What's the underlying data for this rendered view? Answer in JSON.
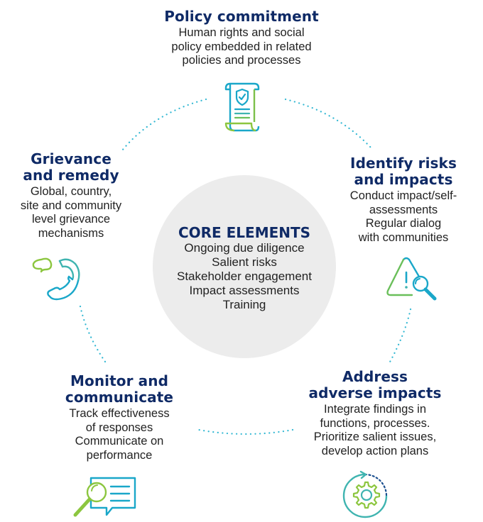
{
  "core": {
    "title": "CORE ELEMENTS",
    "items": [
      "Ongoing due diligence",
      "Salient risks",
      "Stakeholder engagement",
      "Impact assessments",
      "Training"
    ]
  },
  "nodes": {
    "policy": {
      "title": "Policy commitment",
      "lines": [
        "Human rights and social",
        "policy embedded in related",
        "policies and processes"
      ],
      "icon": "policy-document-shield-icon"
    },
    "identify": {
      "title_lines": [
        "Identify risks",
        "and impacts"
      ],
      "lines": [
        "Conduct impact/self-",
        "assessments",
        "Regular dialog",
        "with communities"
      ],
      "icon": "warning-magnifier-icon"
    },
    "address": {
      "title_lines": [
        "Address",
        "adverse impacts"
      ],
      "lines": [
        "Integrate findings in",
        "functions, processes.",
        "Prioritize salient issues,",
        "develop action plans"
      ],
      "icon": "gear-cycle-icon"
    },
    "monitor": {
      "title_lines": [
        "Monitor and",
        "communicate"
      ],
      "lines": [
        "Track effectiveness",
        "of responses",
        "Communicate on",
        "performance"
      ],
      "icon": "report-magnifier-icon"
    },
    "grievance": {
      "title_lines": [
        "Grievance",
        "and remedy"
      ],
      "lines": [
        "Global, country,",
        "site and community",
        "level grievance",
        "mechanisms"
      ],
      "icon": "phone-chat-icon"
    }
  },
  "colors": {
    "heading": "#0f2a66",
    "dots": "#33b8d3",
    "icon_teal": "#1aa7c9",
    "icon_green": "#8cc63f",
    "core_circle": "#ececec"
  }
}
